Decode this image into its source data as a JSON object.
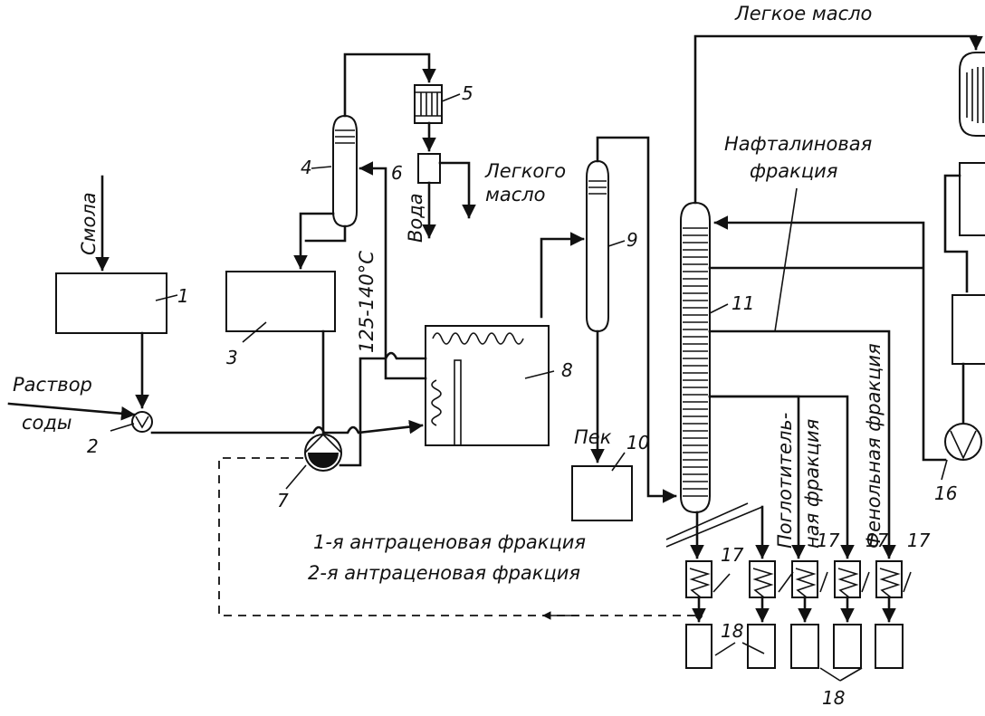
{
  "labels": {
    "smola": "Смола",
    "rastvor": "Раствор",
    "sody": "соды",
    "temp": "125-140°C",
    "voda": "Вода",
    "legkoe_maslo_a": "Легкого",
    "legkoe_maslo_b": "масло",
    "legkoe_maslo_top": "Легкое масло",
    "naft_a": "Нафталиновая",
    "naft_b": "фракция",
    "pek": "Пек",
    "antr1": "1-я антраценовая фракция",
    "antr2": "2-я антраценовая фракция",
    "pogl_a": "Поглотитель-",
    "pogl_b": "ная фракция",
    "fenol": "Фенольная фракция"
  },
  "numbers": {
    "n1": "1",
    "n2": "2",
    "n3": "3",
    "n4": "4",
    "n5": "5",
    "n6": "6",
    "n7": "7",
    "n8": "8",
    "n9": "9",
    "n10": "10",
    "n11": "11",
    "n16": "16",
    "n17": "17",
    "n18": "18"
  }
}
